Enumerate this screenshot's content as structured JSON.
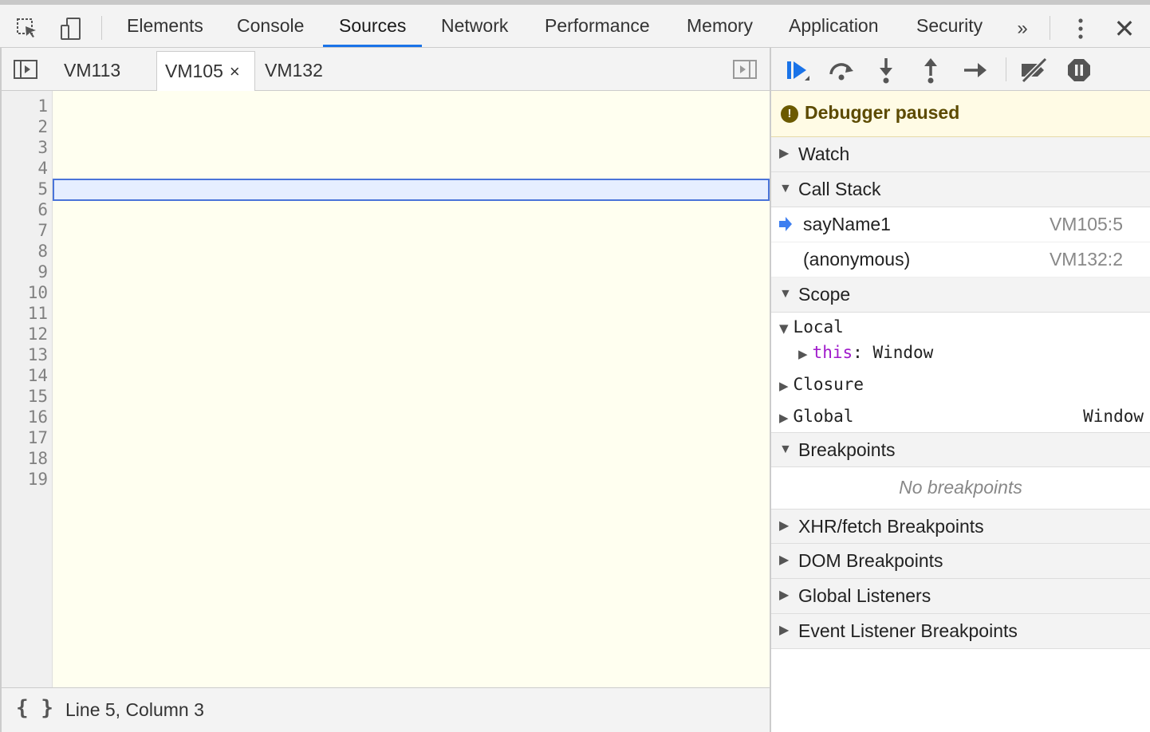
{
  "main_tabs": [
    {
      "label": "Elements"
    },
    {
      "label": "Console"
    },
    {
      "label": "Sources"
    },
    {
      "label": "Network"
    },
    {
      "label": "Performance"
    },
    {
      "label": "Memory"
    },
    {
      "label": "Application"
    },
    {
      "label": "Security"
    }
  ],
  "active_main_tab": "Sources",
  "more_tabs": "»",
  "close_glyph": "✕",
  "file_tabs": [
    {
      "label": "VM113"
    },
    {
      "label": "VM105",
      "close": "×"
    },
    {
      "label": "VM132"
    }
  ],
  "active_file_tab": "VM105",
  "code": {
    "line_numbers": [
      "1",
      "2",
      "3",
      "4",
      "5",
      "6",
      "7",
      "8",
      "9",
      "10",
      "11",
      "12",
      "13",
      "14",
      "15",
      "16",
      "17",
      "18",
      "19"
    ],
    "current_line": 5
  },
  "status": {
    "format_glyph": "{ }",
    "position": "Line 5, Column 3"
  },
  "debugger": {
    "paused_icon": "!",
    "paused_text": "Debugger paused",
    "sections": {
      "watch": "Watch",
      "call_stack": "Call Stack",
      "scope": "Scope",
      "breakpoints": "Breakpoints",
      "xhr": "XHR/fetch Breakpoints",
      "dom": "DOM Breakpoints",
      "global_listeners": "Global Listeners",
      "event_listener": "Event Listener Breakpoints"
    },
    "call_stack": [
      {
        "fn": "sayName1",
        "loc": "VM105:5",
        "current": true
      },
      {
        "fn": "(anonymous)",
        "loc": "VM132:2",
        "current": false
      }
    ],
    "scope": {
      "local": "Local",
      "this_key": "this",
      "this_sep": ":",
      "this_value": "Window",
      "closure": "Closure",
      "global": "Global",
      "global_value": "Window"
    },
    "no_breakpoints": "No breakpoints"
  },
  "colors": {
    "accent": "#1a73e8",
    "keyword": "#a01acb",
    "variable": "#1a1aa6",
    "string": "#c41a16",
    "editor_bg": "#fffff0",
    "paused_bg": "#fffbe5"
  }
}
